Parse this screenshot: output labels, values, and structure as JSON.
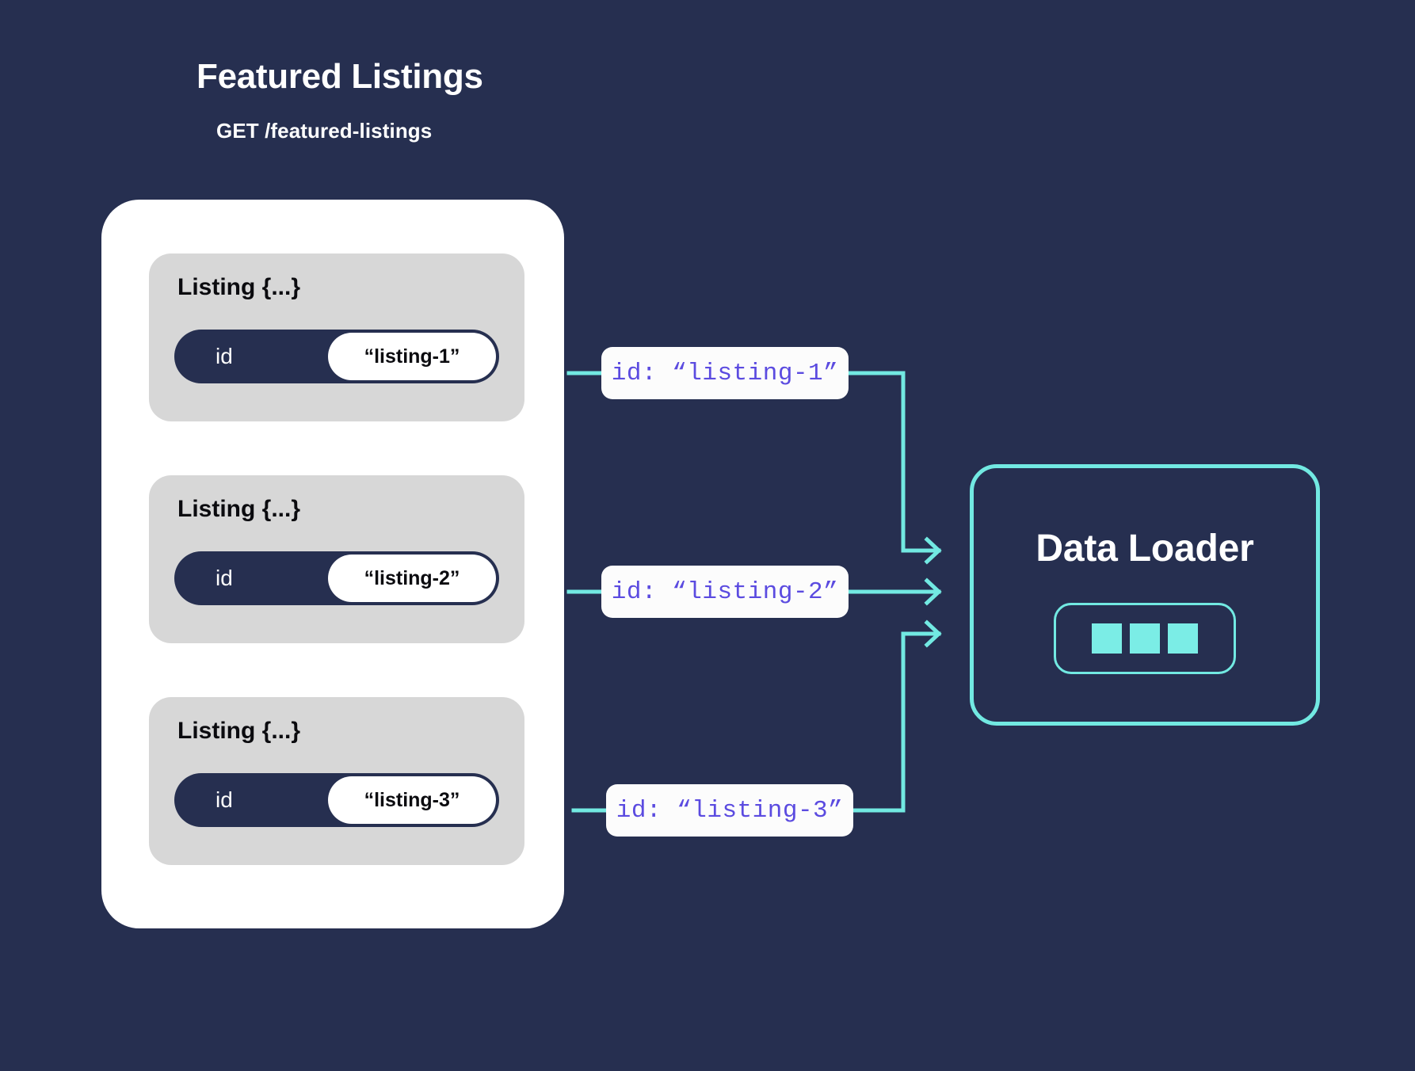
{
  "header": {
    "title": "Featured Listings",
    "endpoint": "GET /featured-listings"
  },
  "colors": {
    "background": "#262F50",
    "panel": "#FFFFFF",
    "card": "#D7D7D7",
    "pill": "#262F50",
    "accent_teal": "#72E9E2",
    "square_teal": "#7BEDE6",
    "code_purple": "#5B4BE0",
    "chip_background": "#FCFCFC"
  },
  "response_panel": {
    "cards": [
      {
        "label": "Listing {...}",
        "key": "id",
        "value": "“listing-1”"
      },
      {
        "label": "Listing {...}",
        "key": "id",
        "value": "“listing-2”"
      },
      {
        "label": "Listing {...}",
        "key": "id",
        "value": "“listing-3”"
      }
    ]
  },
  "code_chips": [
    {
      "text": "id: “listing-1”"
    },
    {
      "text": "id: “listing-2”"
    },
    {
      "text": "id: “listing-3”"
    }
  ],
  "data_loader": {
    "title": "Data Loader",
    "batch_squares": 3
  }
}
